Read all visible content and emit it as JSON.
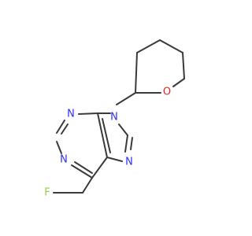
{
  "colors": {
    "bond": "#3a3a3a",
    "nitrogen": "#2e2ef2",
    "oxygen": "#ee2222",
    "fluorine": "#90d040",
    "background": "#ffffff"
  },
  "atoms": {
    "n_pyrimidine_top": "N",
    "n_pyrimidine_left": "N",
    "n9": "N",
    "n7": "N",
    "o_pyran": "O",
    "fluorine": "F"
  }
}
